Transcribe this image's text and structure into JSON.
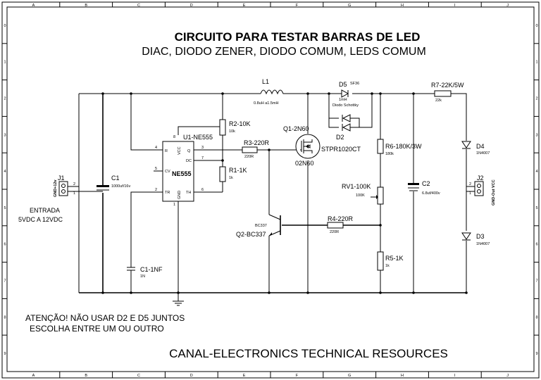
{
  "title": {
    "main": "CIRCUITO PARA TESTAR BARRAS DE LED",
    "subtitle": "DIAC, DIODO ZENER, DIODO COMUM, LEDS COMUM"
  },
  "footer": "CANAL-ELECTRONICS TECHNICAL RESOURCES",
  "warning": {
    "line1": "ATENÇÃO! NÃO USAR D2 E D5  JUNTOS",
    "line2": "ESCOLHA ENTRE UM OU OUTRO"
  },
  "input": {
    "label1": "ENTRADA",
    "label2": "5VDC A 12VDC"
  },
  "grid": {
    "columns": [
      "A",
      "B",
      "C",
      "D",
      "E",
      "F",
      "G",
      "H",
      "I",
      "J"
    ],
    "rows": [
      "0",
      "1",
      "2",
      "3",
      "4",
      "5",
      "6",
      "7",
      "8",
      "9"
    ]
  },
  "components": {
    "j1": {
      "ref": "J1",
      "pins": "GND+12v",
      "pin1": "1",
      "pin2": "2"
    },
    "j2": {
      "ref": "J2",
      "pins": "GND-Out VCC",
      "pin1": "1",
      "pin2": "2"
    },
    "c1": {
      "ref": "C1",
      "value": "1000uf/16v"
    },
    "c1nf": {
      "ref": "C1-1NF",
      "value": "1N"
    },
    "u1": {
      "ref": "U1-NE555",
      "chip": "NE555",
      "r": "R",
      "vcc": "VCC",
      "q": "Q",
      "dc": "DC",
      "cv": "CV",
      "tr": "TR",
      "gnd": "GND",
      "th": "TH",
      "p4": "4",
      "p8": "8",
      "p3": "3",
      "p7": "7",
      "p5": "5",
      "p2": "2",
      "p1": "1",
      "p6": "6"
    },
    "r2": {
      "ref": "R2-10K",
      "value": "10k"
    },
    "r1": {
      "ref": "R1-1K",
      "value": "1k"
    },
    "r3": {
      "ref": "R3-220R",
      "value": "220R"
    },
    "l1": {
      "ref": "L1",
      "value": "0.8uH a1.5mH",
      "small": "1mH"
    },
    "q1": {
      "ref": "Q1-2N60",
      "part": "02N60"
    },
    "d5": {
      "ref": "D5",
      "part": "SF36",
      "desc": "Diodo Schottky"
    },
    "d2": {
      "ref": "D2",
      "part": "STPR1020CT"
    },
    "r6": {
      "ref": "R6-180K/3W",
      "value": "180k"
    },
    "rv1": {
      "ref": "RV1-100K",
      "value": "100K"
    },
    "r4": {
      "ref": "R4-220R",
      "value": "220R"
    },
    "r5": {
      "ref": "R5-1K",
      "value": "1k"
    },
    "q2": {
      "ref": "Q2-BC337",
      "part": "BC337"
    },
    "c2": {
      "ref": "C2",
      "value": "6.8uf/400v"
    },
    "r7": {
      "ref": "R7-22K/5W",
      "value": "22k"
    },
    "d4": {
      "ref": "D4",
      "part": "1N4007"
    },
    "d3": {
      "ref": "D3",
      "part": "1N4007"
    }
  }
}
